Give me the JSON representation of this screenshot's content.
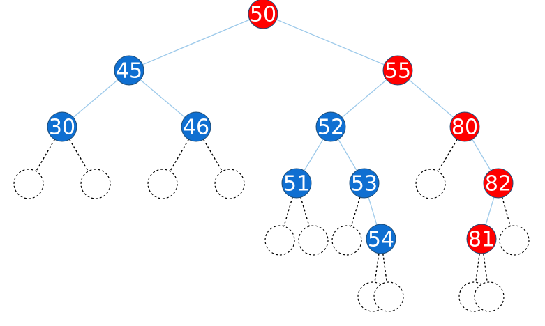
{
  "colors": {
    "black": "#0f6fd1",
    "red": "#ff0000"
  },
  "nodes": [
    {
      "id": "n50",
      "value": "50",
      "color": "red"
    },
    {
      "id": "n45",
      "value": "45",
      "color": "black"
    },
    {
      "id": "n55",
      "value": "55",
      "color": "red"
    },
    {
      "id": "n30",
      "value": "30",
      "color": "black"
    },
    {
      "id": "n46",
      "value": "46",
      "color": "black"
    },
    {
      "id": "n52",
      "value": "52",
      "color": "black"
    },
    {
      "id": "n80",
      "value": "80",
      "color": "red"
    },
    {
      "id": "n51",
      "value": "51",
      "color": "black"
    },
    {
      "id": "n53",
      "value": "53",
      "color": "black"
    },
    {
      "id": "n82",
      "value": "82",
      "color": "red"
    },
    {
      "id": "n54",
      "value": "54",
      "color": "black"
    },
    {
      "id": "n81",
      "value": "81",
      "color": "red"
    }
  ],
  "edges": [
    [
      "n50",
      "n45"
    ],
    [
      "n50",
      "n55"
    ],
    [
      "n45",
      "n30"
    ],
    [
      "n45",
      "n46"
    ],
    [
      "n55",
      "n52"
    ],
    [
      "n55",
      "n80"
    ],
    [
      "n52",
      "n51"
    ],
    [
      "n52",
      "n53"
    ],
    [
      "n80",
      "n82"
    ],
    [
      "n53",
      "n54"
    ],
    [
      "n82",
      "n81"
    ]
  ],
  "null_children": [
    "n30",
    "n30",
    "n46",
    "n46",
    "n80",
    "n51",
    "n51",
    "n53",
    "n82",
    "n54",
    "n54",
    "n81",
    "n81"
  ]
}
